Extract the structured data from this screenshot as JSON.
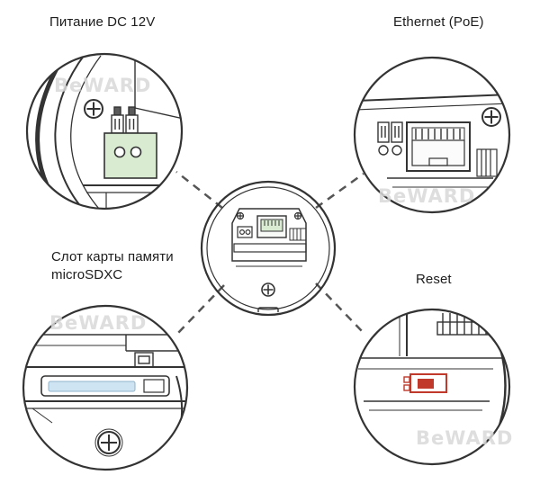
{
  "labels": {
    "power": "Питание DC 12V",
    "ethernet": "Ethernet (PoE)",
    "sd_slot_line1": "Слот карты памяти",
    "sd_slot_line2": "microSDXC",
    "reset": "Reset"
  },
  "watermark": "BeWARD",
  "colors": {
    "line": "#3a3a3a",
    "dash": "#5a5a5a",
    "power_connector": "#d9ecd2",
    "rj45_inner": "#d9ecd2",
    "sd_card": "#cfe4f2",
    "reset_button": "#c0392b",
    "watermark": "#d9d9d9"
  }
}
